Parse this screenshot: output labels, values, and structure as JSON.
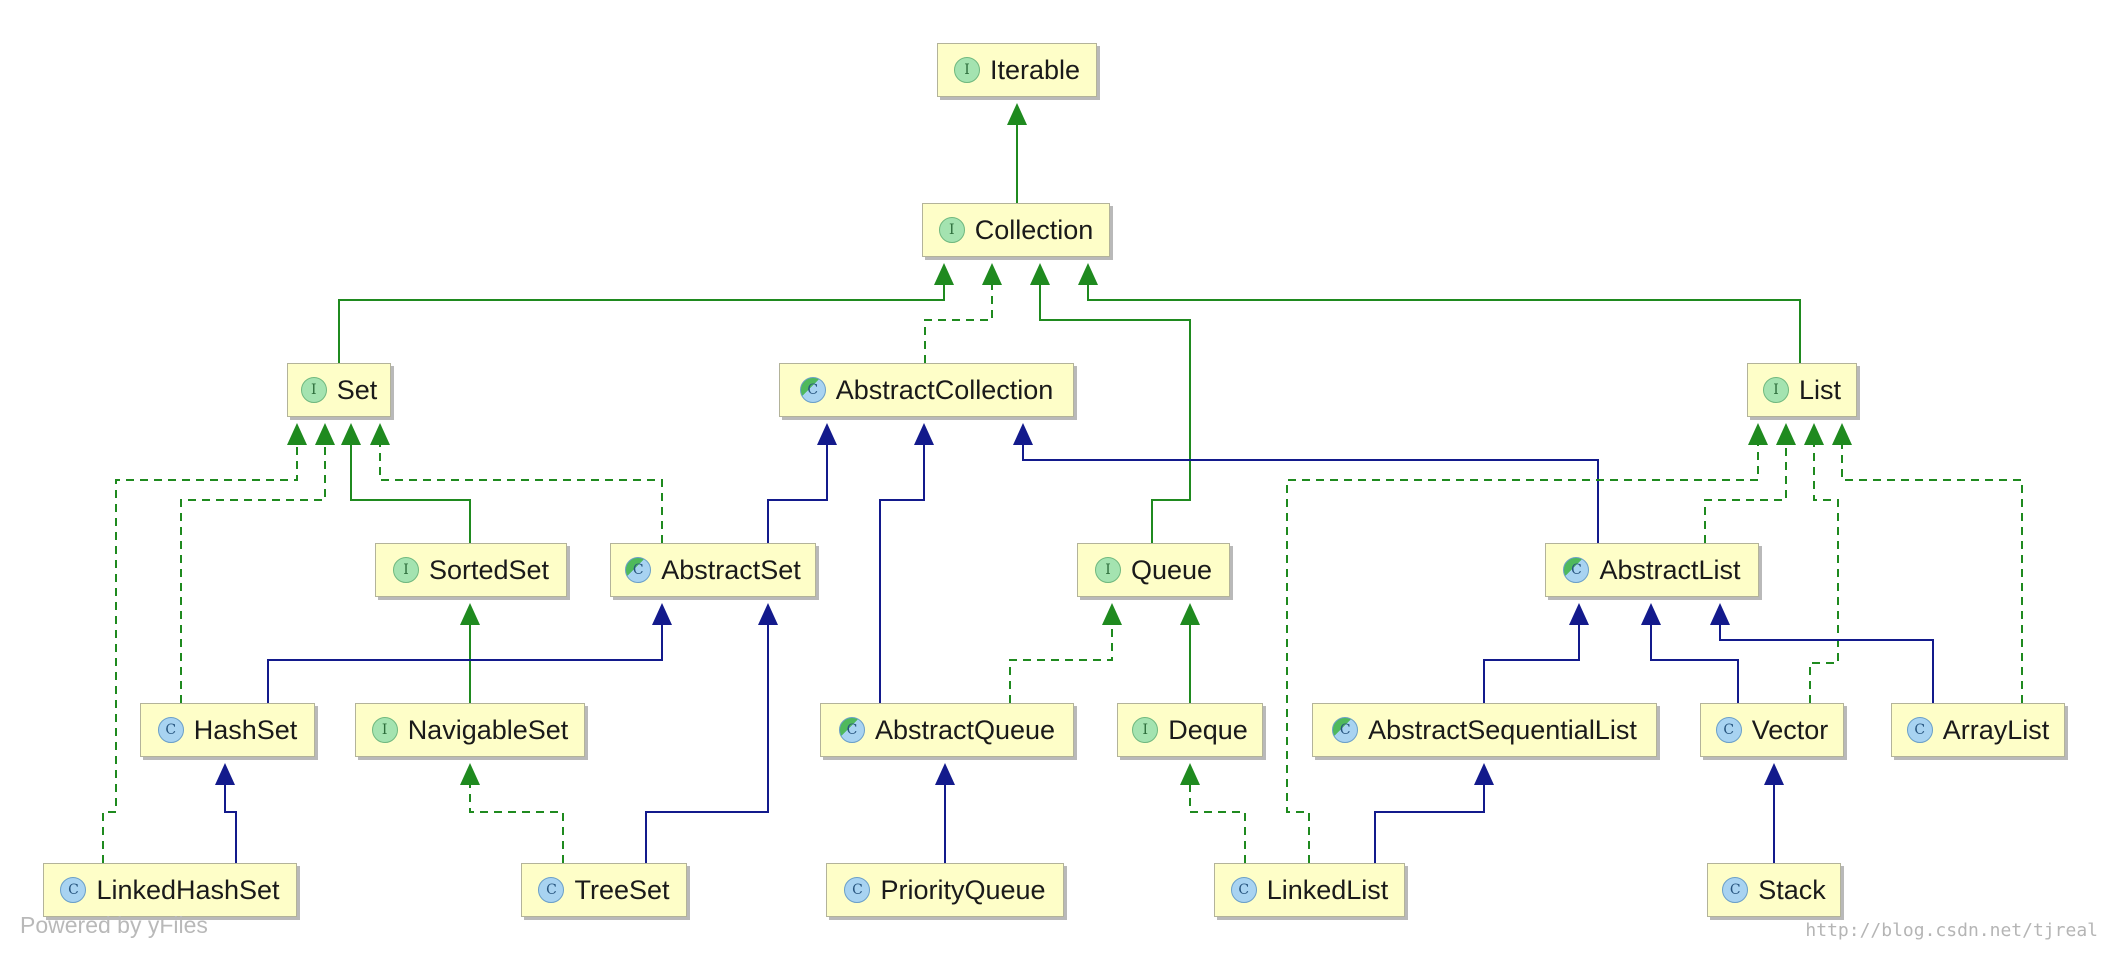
{
  "colors": {
    "inherits_interface": "#1f8a1f",
    "extends_class": "#131a8c",
    "node_fill": "#fefec8"
  },
  "nodes": {
    "iterable": {
      "label": "Iterable",
      "kind": "interface",
      "badge": "I"
    },
    "collection": {
      "label": "Collection",
      "kind": "interface",
      "badge": "I"
    },
    "set": {
      "label": "Set",
      "kind": "interface",
      "badge": "I"
    },
    "abstract_collection": {
      "label": "AbstractCollection",
      "kind": "abstract",
      "badge": "C"
    },
    "list": {
      "label": "List",
      "kind": "interface",
      "badge": "I"
    },
    "sorted_set": {
      "label": "SortedSet",
      "kind": "interface",
      "badge": "I"
    },
    "abstract_set": {
      "label": "AbstractSet",
      "kind": "abstract",
      "badge": "C"
    },
    "queue": {
      "label": "Queue",
      "kind": "interface",
      "badge": "I"
    },
    "abstract_list": {
      "label": "AbstractList",
      "kind": "abstract",
      "badge": "C"
    },
    "hash_set": {
      "label": "HashSet",
      "kind": "class",
      "badge": "C"
    },
    "navigable_set": {
      "label": "NavigableSet",
      "kind": "interface",
      "badge": "I"
    },
    "abstract_queue": {
      "label": "AbstractQueue",
      "kind": "abstract",
      "badge": "C"
    },
    "deque": {
      "label": "Deque",
      "kind": "interface",
      "badge": "I"
    },
    "abstract_sequential_list": {
      "label": "AbstractSequentialList",
      "kind": "abstract",
      "badge": "C"
    },
    "vector": {
      "label": "Vector",
      "kind": "class",
      "badge": "C"
    },
    "array_list": {
      "label": "ArrayList",
      "kind": "class",
      "badge": "C"
    },
    "linked_hash_set": {
      "label": "LinkedHashSet",
      "kind": "class",
      "badge": "C"
    },
    "tree_set": {
      "label": "TreeSet",
      "kind": "class",
      "badge": "C"
    },
    "priority_queue": {
      "label": "PriorityQueue",
      "kind": "class",
      "badge": "C"
    },
    "linked_list": {
      "label": "LinkedList",
      "kind": "class",
      "badge": "C"
    },
    "stack": {
      "label": "Stack",
      "kind": "class",
      "badge": "C"
    }
  },
  "edges": [
    {
      "from": "collection",
      "to": "iterable",
      "type": "extends-interface"
    },
    {
      "from": "set",
      "to": "collection",
      "type": "extends-interface"
    },
    {
      "from": "abstract_collection",
      "to": "collection",
      "type": "implements"
    },
    {
      "from": "queue",
      "to": "collection",
      "type": "extends-interface"
    },
    {
      "from": "list",
      "to": "collection",
      "type": "extends-interface"
    },
    {
      "from": "linked_hash_set",
      "to": "set",
      "type": "implements"
    },
    {
      "from": "hash_set",
      "to": "set",
      "type": "implements"
    },
    {
      "from": "sorted_set",
      "to": "set",
      "type": "extends-interface"
    },
    {
      "from": "abstract_set",
      "to": "set",
      "type": "implements"
    },
    {
      "from": "abstract_set",
      "to": "abstract_collection",
      "type": "extends"
    },
    {
      "from": "abstract_queue",
      "to": "abstract_collection",
      "type": "extends"
    },
    {
      "from": "abstract_list",
      "to": "abstract_collection",
      "type": "extends"
    },
    {
      "from": "linked_list",
      "to": "list",
      "type": "implements"
    },
    {
      "from": "abstract_list",
      "to": "list",
      "type": "implements"
    },
    {
      "from": "vector",
      "to": "list",
      "type": "implements"
    },
    {
      "from": "array_list",
      "to": "list",
      "type": "implements"
    },
    {
      "from": "navigable_set",
      "to": "sorted_set",
      "type": "extends-interface"
    },
    {
      "from": "hash_set",
      "to": "abstract_set",
      "type": "extends"
    },
    {
      "from": "tree_set",
      "to": "abstract_set",
      "type": "extends"
    },
    {
      "from": "abstract_queue",
      "to": "queue",
      "type": "implements"
    },
    {
      "from": "deque",
      "to": "queue",
      "type": "extends-interface"
    },
    {
      "from": "abstract_sequential_list",
      "to": "abstract_list",
      "type": "extends"
    },
    {
      "from": "vector",
      "to": "abstract_list",
      "type": "extends"
    },
    {
      "from": "array_list",
      "to": "abstract_list",
      "type": "extends"
    },
    {
      "from": "linked_hash_set",
      "to": "hash_set",
      "type": "extends"
    },
    {
      "from": "tree_set",
      "to": "navigable_set",
      "type": "implements"
    },
    {
      "from": "priority_queue",
      "to": "abstract_queue",
      "type": "extends"
    },
    {
      "from": "linked_list",
      "to": "deque",
      "type": "implements"
    },
    {
      "from": "linked_list",
      "to": "abstract_sequential_list",
      "type": "extends"
    },
    {
      "from": "stack",
      "to": "vector",
      "type": "extends"
    }
  ],
  "footer": {
    "powered_by": "Powered by yFiles",
    "watermark": "http://blog.csdn.net/tjreal"
  }
}
